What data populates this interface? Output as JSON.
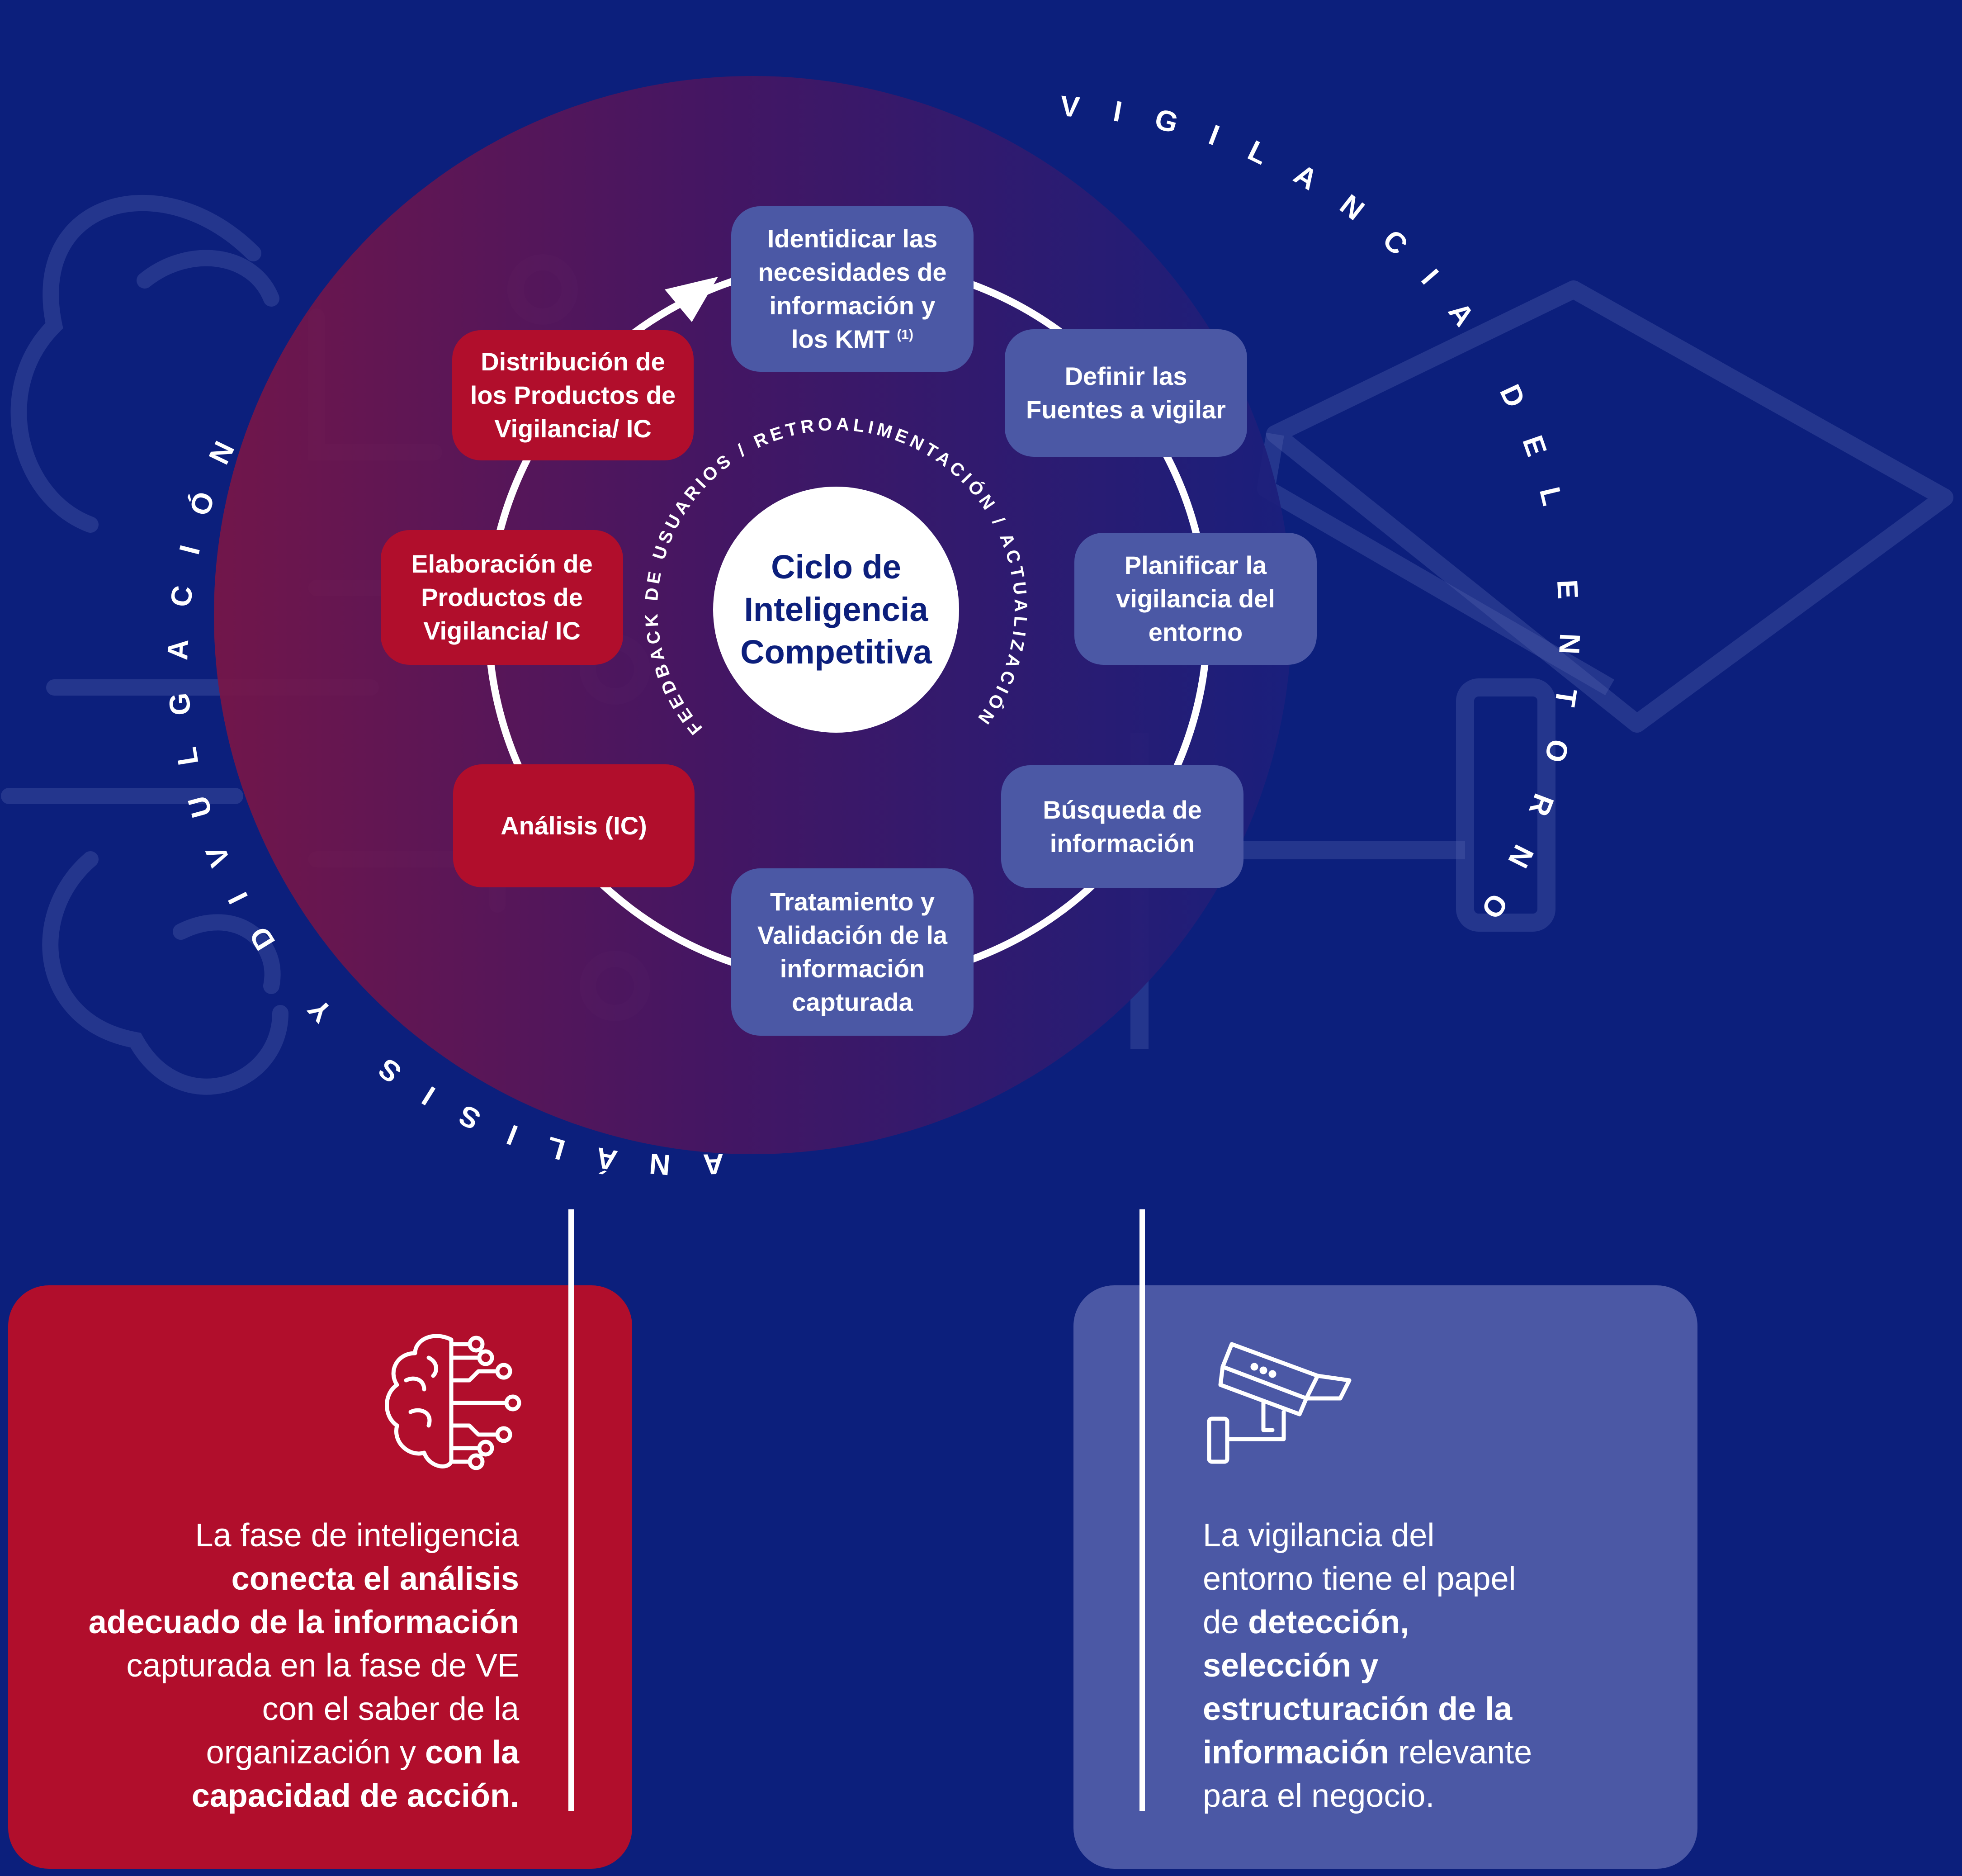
{
  "diagram": {
    "title_lines": [
      "Ciclo de",
      "Inteligencia",
      "Competitiva"
    ],
    "inner_ring_text": "FEEDBACK DE USUARIOS / RETROALIMENTACIÓN / ACTUALIZACIÓN /",
    "arc_left_text": "ANÁLISIS Y DIVULGACIÓN",
    "arc_right_text": "VIGILANCIA DEL ENTORNO",
    "steps": [
      {
        "lines": [
          "Identidicar las",
          "necesidades de",
          "información y",
          "los KMT"
        ],
        "footnote": "(1)",
        "color": "blue"
      },
      {
        "lines": [
          "Definir las",
          "Fuentes a vigilar"
        ],
        "color": "blue"
      },
      {
        "lines": [
          "Planificar la",
          "vigilancia del",
          "entorno"
        ],
        "color": "blue"
      },
      {
        "lines": [
          "Búsqueda de",
          "información"
        ],
        "color": "blue"
      },
      {
        "lines": [
          "Tratamiento y",
          "Validación de la",
          "información",
          "capturada"
        ],
        "color": "blue"
      },
      {
        "lines": [
          "Análisis (IC)"
        ],
        "color": "red"
      },
      {
        "lines": [
          "Elaboración de",
          "Productos de",
          "Vigilancia/ IC"
        ],
        "color": "red"
      },
      {
        "lines": [
          "Distribución de",
          "los Productos de",
          "Vigilancia/ IC"
        ],
        "color": "red"
      }
    ]
  },
  "cards": {
    "analysis": {
      "icon": "brain-circuit-icon",
      "text": [
        {
          "t": "La fase de inteligencia",
          "b": false
        },
        {
          "t": "conecta el análisis",
          "b": true
        },
        {
          "t": "adecuado de la información",
          "b": true
        },
        {
          "t": "capturada en la fase de VE",
          "b": false
        },
        {
          "t": "con el saber de la",
          "b": false
        },
        {
          "t": "organización y ",
          "b": false
        },
        {
          "t": "con la",
          "b": true
        },
        {
          "t": "capacidad de acción.",
          "b": true
        }
      ]
    },
    "environment": {
      "icon": "security-camera-icon",
      "text": [
        {
          "t": "La vigilancia del",
          "b": false
        },
        {
          "t": "entorno tiene el papel",
          "b": false
        },
        {
          "t": "de ",
          "b": false
        },
        {
          "t": "detección,",
          "b": true
        },
        {
          "t": "selección y",
          "b": true
        },
        {
          "t": "estructuración de la",
          "b": true
        },
        {
          "t": "información",
          "b": true
        },
        {
          "t": " relevante",
          "b": false
        },
        {
          "t": "para el negocio.",
          "b": false
        }
      ]
    }
  },
  "colors": {
    "background": "#0c1f7c",
    "blue_step": "#4b58a5",
    "red_step": "#b10e2c",
    "white": "#ffffff"
  }
}
